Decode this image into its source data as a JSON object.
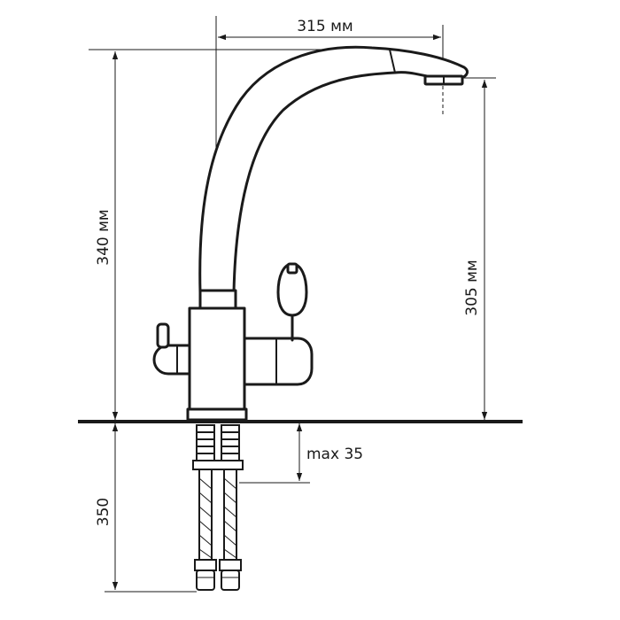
{
  "dimensions": {
    "spout_reach": "315 мм",
    "total_height": "340 мм",
    "spout_height": "305 мм",
    "max_thickness": "max 35",
    "hose_length": "350"
  },
  "colors": {
    "line": "#1a1a1a",
    "counter": "#1a1a1a",
    "background": "#ffffff"
  }
}
